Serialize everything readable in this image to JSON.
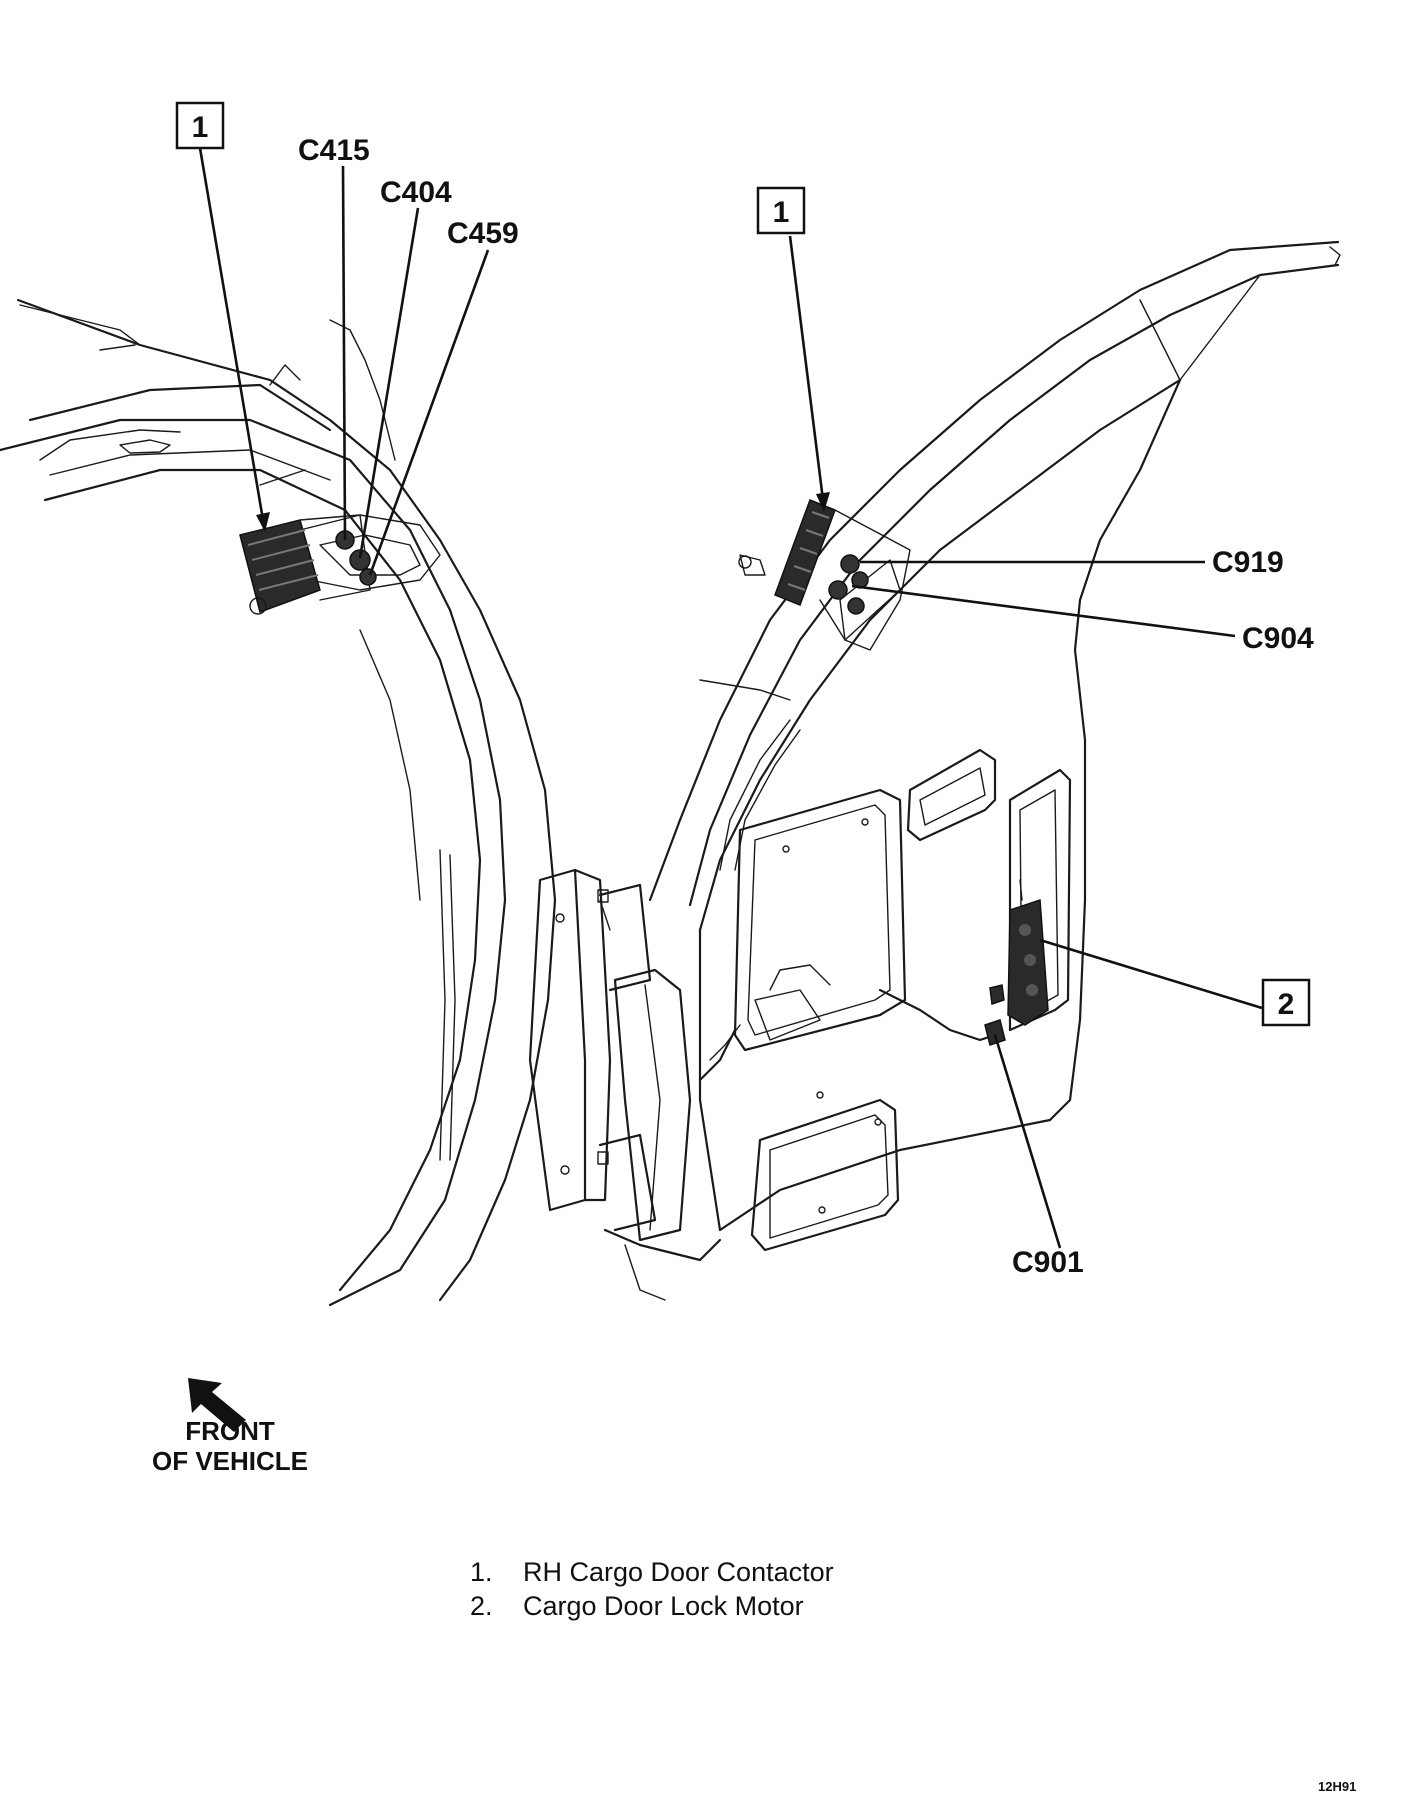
{
  "callouts": {
    "connectors": {
      "c415": "C415",
      "c404": "C404",
      "c459": "C459",
      "c919": "C919",
      "c904": "C904",
      "c901": "C901"
    },
    "item_boxes": {
      "left_contactor": "1",
      "right_contactor": "1",
      "lock_motor": "2"
    }
  },
  "orientation": {
    "line1": "FRONT",
    "line2": "OF VEHICLE"
  },
  "legend": [
    {
      "number": "1.",
      "text": "RH Cargo Door Contactor"
    },
    {
      "number": "2.",
      "text": "Cargo Door Lock Motor"
    }
  ],
  "figure_code": "12H91",
  "icons": {
    "orientation_arrow": "arrow-up-left-icon"
  }
}
